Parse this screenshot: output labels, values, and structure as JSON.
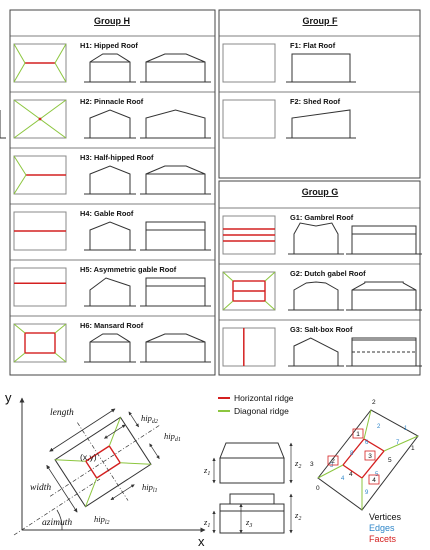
{
  "groups": {
    "H": {
      "title": "Group H",
      "roofs": [
        {
          "code": "H1",
          "name": "Hipped Roof",
          "label": "H1: Hipped Roof",
          "plan": "hipped",
          "front": "trap",
          "side": "trap"
        },
        {
          "code": "H2",
          "name": "Pinnacle Roof",
          "label": "H2: Pinnacle Roof",
          "plan": "pinnacle",
          "front": "gable",
          "side": "gable"
        },
        {
          "code": "H3",
          "name": "Half-hipped Roof",
          "label": "H3: Half-hipped Roof",
          "plan": "half",
          "front": "gable",
          "side": "trap"
        },
        {
          "code": "H4",
          "name": "Gable Roof",
          "label": "H4: Gable Roof",
          "plan": "gable",
          "front": "gable",
          "side": "ridge"
        },
        {
          "code": "H5",
          "name": "Asymmetric gable Roof",
          "label": "H5: Asymmetric gable Roof",
          "plan": "asym",
          "front": "asym",
          "side": "ridge"
        },
        {
          "code": "H6",
          "name": "Mansard Roof",
          "label": "H6: Mansard Roof",
          "plan": "mansard",
          "front": "trap",
          "side": "trap"
        }
      ]
    },
    "F": {
      "title": "Group F",
      "roofs": [
        {
          "code": "F1",
          "name": "Flat Roof",
          "label": "F1: Flat Roof",
          "plan": "flat",
          "front": "flat"
        },
        {
          "code": "F2",
          "name": "Shed Roof",
          "label": "F2: Shed Roof",
          "plan": "flat",
          "front": "shed",
          "side": "ridge"
        }
      ]
    },
    "G": {
      "title": "Group G",
      "roofs": [
        {
          "code": "G1",
          "name": "Gambrel Roof",
          "label": "G1: Gambrel Roof",
          "plan": "gambrel",
          "front": "gambrel",
          "side": "gambrelside"
        },
        {
          "code": "G2",
          "name": "Dutch gabel Roof",
          "label": "G2: Dutch gabel Roof",
          "plan": "dutch",
          "front": "dutch",
          "side": "dutchside"
        },
        {
          "code": "G3",
          "name": "Salt-box Roof",
          "label": "G3: Salt-box Roof",
          "plan": "saltbox",
          "front": "saltbox",
          "side": "saltside"
        }
      ]
    }
  },
  "legend": {
    "horizontal_ridge": "Horizontal ridge",
    "diagonal_ridge": "Diagonal ridge"
  },
  "parameters": {
    "length": "length",
    "width": "width",
    "azimuth": "azimuth",
    "center": "(x,y)",
    "hip_d2": "hip",
    "hip_d2_sub": "d2",
    "hip_d1": "hip",
    "hip_d1_sub": "d1",
    "hip_l1": "hip",
    "hip_l1_sub": "l1",
    "hip_l2": "hip",
    "hip_l2_sub": "l2",
    "z1": "z",
    "z1_sub": "1",
    "z2": "z",
    "z2_sub": "2",
    "z3": "z",
    "z3_sub": "3"
  },
  "axes": {
    "y": "y",
    "x": "x"
  },
  "graph": {
    "vertices_label": "Vertices",
    "edges_label": "Edges",
    "facets_label": "Facets",
    "vertex_ids": [
      "0",
      "1",
      "2",
      "3",
      "4",
      "5"
    ],
    "edge_ids": [
      "1",
      "2",
      "3",
      "4",
      "5",
      "6",
      "7",
      "8",
      "9"
    ],
    "facet_ids": [
      "1",
      "2",
      "3",
      "4"
    ]
  },
  "colors": {
    "horizontal_ridge": "#d42020",
    "diagonal_ridge": "#8cc63f",
    "edges": "#2f86c9",
    "facets": "#d42020",
    "line": "#333333"
  }
}
